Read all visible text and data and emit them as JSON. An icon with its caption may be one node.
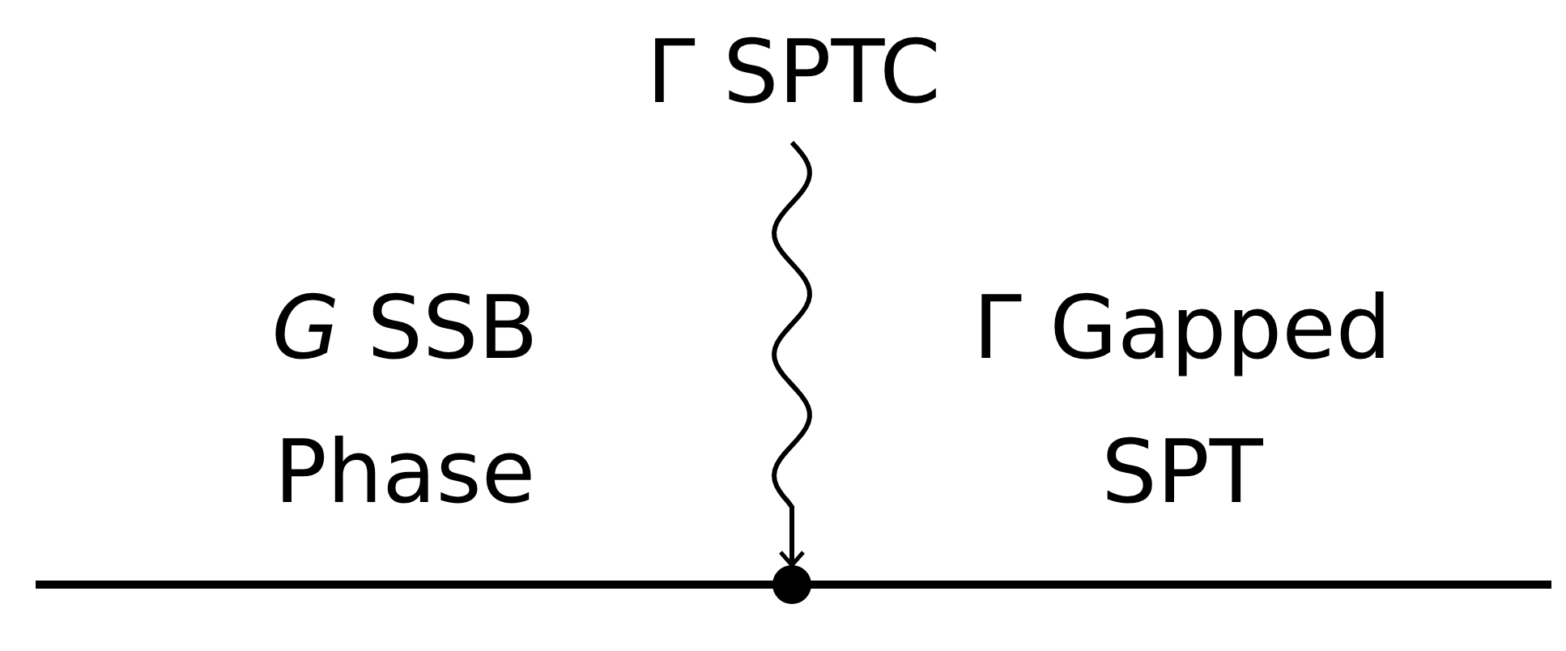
{
  "diagram": {
    "nodes": [
      {
        "text": [
          "Γ SPTC"
        ]
      },
      {
        "text": [],
        "shape": "circle"
      }
    ],
    "edges": [
      {
        "from": 0,
        "to": 1,
        "arrow": "to"
      }
    ],
    "labels": [
      "*G* SSB Phase",
      "Γ Gapped SPT"
    ]
  }
}
